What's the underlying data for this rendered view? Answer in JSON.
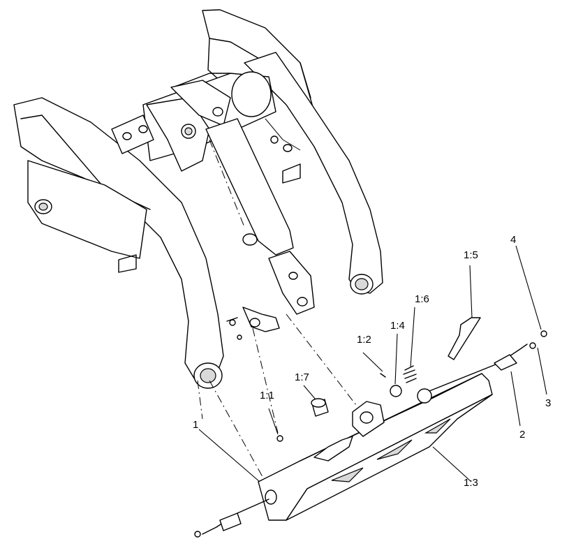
{
  "callouts": [
    {
      "id": "c1",
      "label": "1"
    },
    {
      "id": "c2",
      "label": "2"
    },
    {
      "id": "c3",
      "label": "3"
    },
    {
      "id": "c4",
      "label": "4"
    },
    {
      "id": "c1_1",
      "label": "1:1"
    },
    {
      "id": "c1_2",
      "label": "1:2"
    },
    {
      "id": "c1_3",
      "label": "1:3"
    },
    {
      "id": "c1_4",
      "label": "1:4"
    },
    {
      "id": "c1_5",
      "label": "1:5"
    },
    {
      "id": "c1_6",
      "label": "1:6"
    },
    {
      "id": "c1_7",
      "label": "1:7"
    }
  ]
}
